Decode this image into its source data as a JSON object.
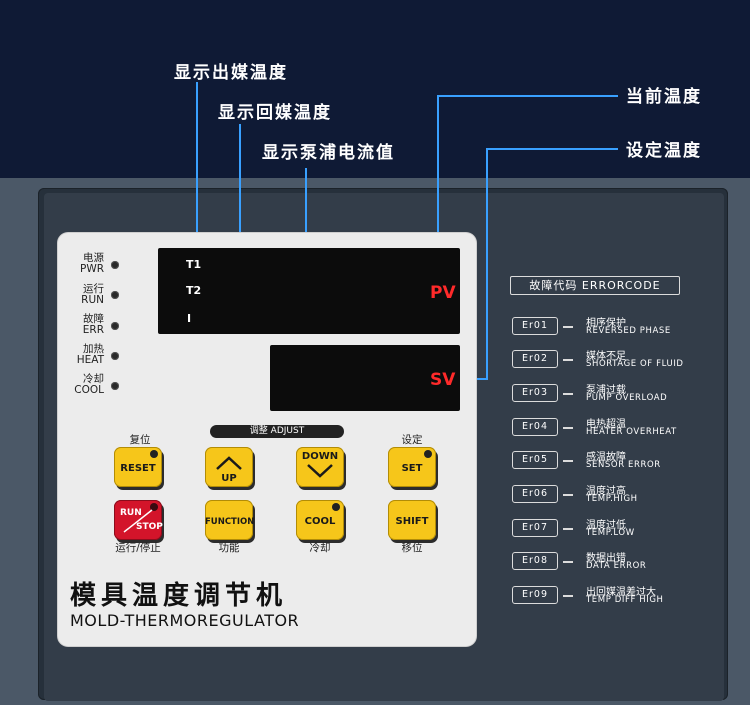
{
  "callouts": {
    "outlet_temp": "显示出媒温度",
    "return_temp": "显示回媒温度",
    "pump_current": "显示泵浦电流值",
    "current_temp": "当前温度",
    "set_temp": "设定温度"
  },
  "indicators": [
    {
      "cn": "电源",
      "en": "PWR"
    },
    {
      "cn": "运行",
      "en": "RUN"
    },
    {
      "cn": "故障",
      "en": "ERR"
    },
    {
      "cn": "加热",
      "en": "HEAT"
    },
    {
      "cn": "冷却",
      "en": "COOL"
    }
  ],
  "display": {
    "t1": "T1",
    "t2": "T2",
    "i": "I",
    "pv": "PV",
    "sv": "SV"
  },
  "adjust_label": "调整 ADJUST",
  "buttons": {
    "reset": {
      "label": "RESET",
      "cap": "复位"
    },
    "up": {
      "label": "UP"
    },
    "down": {
      "label": "DOWN"
    },
    "set": {
      "label": "SET",
      "cap": "设定"
    },
    "run": {
      "label_top": "RUN",
      "label_bottom": "STOP",
      "cap": "运行/停止"
    },
    "function": {
      "label": "FUNCTION",
      "cap": "功能"
    },
    "cool": {
      "label": "COOL",
      "cap": "冷却"
    },
    "shift": {
      "label": "SHIFT",
      "cap": "移位"
    }
  },
  "title": {
    "cn": "模具温度调节机",
    "en": "MOLD-THERMOREGULATOR"
  },
  "errorcode_header": "故障代码 ERRORCODE",
  "errors": [
    {
      "code": "Er01",
      "cn": "相序保护",
      "en": "REVERSED PHASE"
    },
    {
      "code": "Er02",
      "cn": "媒体不足",
      "en": "SHORTAGE OF FLUID"
    },
    {
      "code": "Er03",
      "cn": "泵浦过载",
      "en": "PUMP OVERLOAD"
    },
    {
      "code": "Er04",
      "cn": "电热超温",
      "en": "HEATER OVERHEAT"
    },
    {
      "code": "Er05",
      "cn": "感温故障",
      "en": "SENSOR ERROR"
    },
    {
      "code": "Er06",
      "cn": "温度过高",
      "en": "TEMP.HIGH"
    },
    {
      "code": "Er07",
      "cn": "温度过低",
      "en": "TEMP.LOW"
    },
    {
      "code": "Er08",
      "cn": "数据出错",
      "en": "DATA ERROR"
    },
    {
      "code": "Er09",
      "cn": "出回媒温差过大",
      "en": "TEMP DIFF HIGH"
    }
  ],
  "colors": {
    "accent_line": "#39a0ff",
    "button_yellow": "#f6c61a",
    "button_red": "#d3142a",
    "display_red": "#ff2a2a"
  }
}
